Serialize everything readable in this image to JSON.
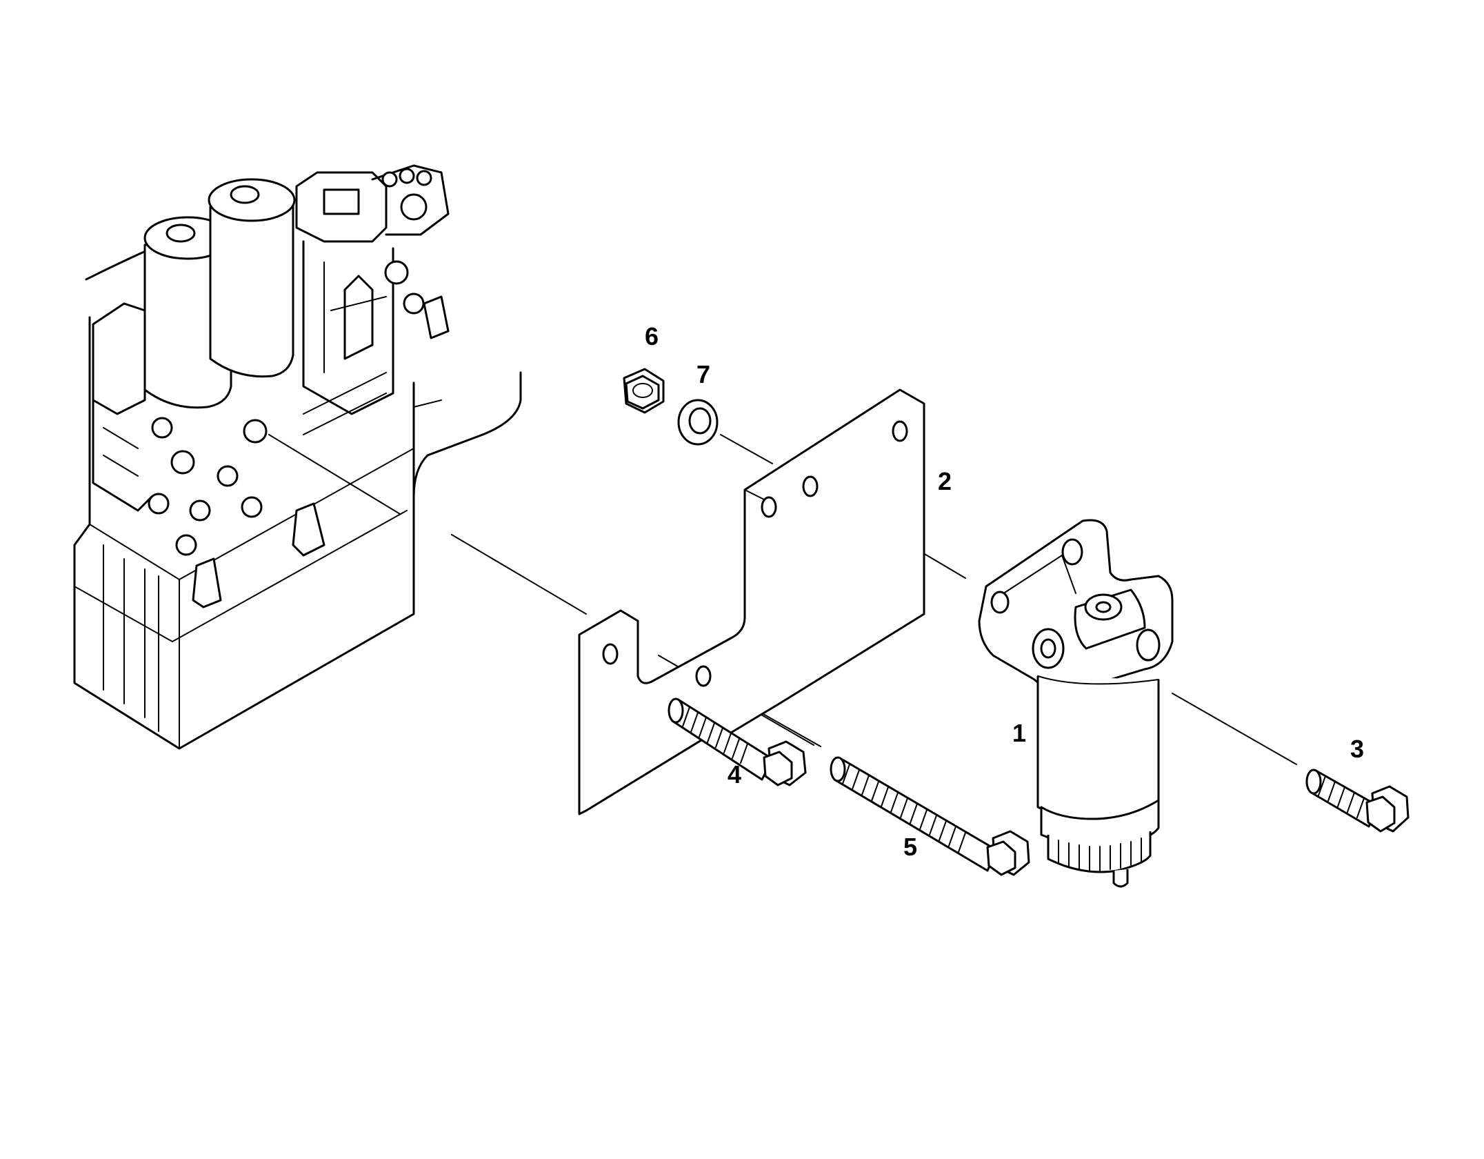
{
  "callouts": {
    "p1": "1",
    "p2": "2",
    "p3": "3",
    "p4": "4",
    "p5": "5",
    "p6": "6",
    "p7": "7"
  },
  "colors": {
    "line": "#000000",
    "background": "#ffffff"
  }
}
